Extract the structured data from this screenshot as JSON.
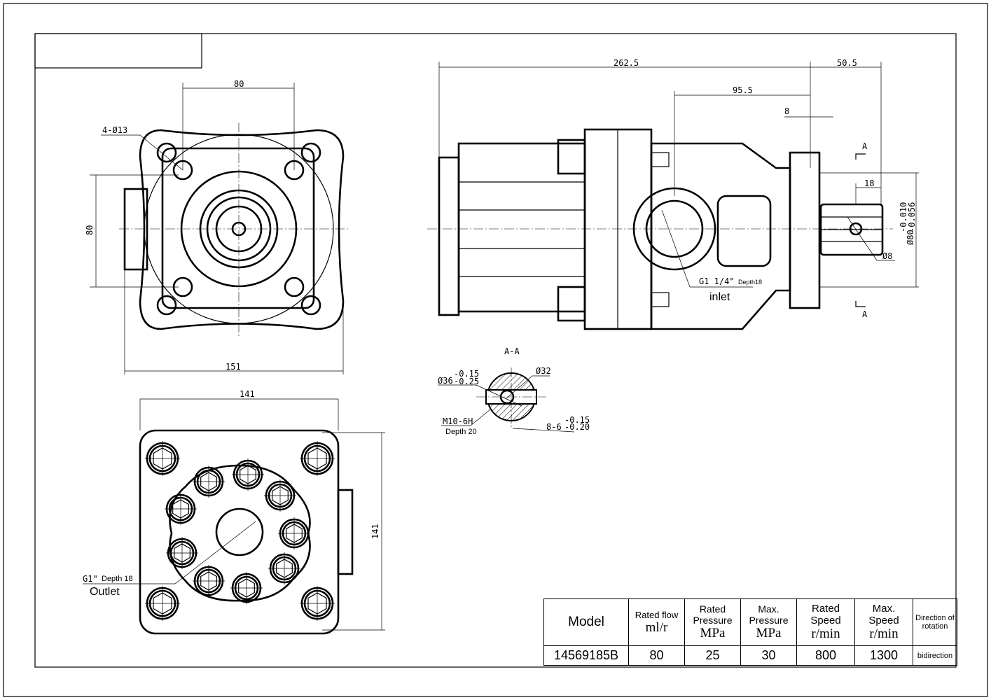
{
  "front_view": {
    "dim_top": "80",
    "dim_left": "80",
    "dim_bottom": "151",
    "hole_label": "4-Ø13"
  },
  "bottom_view": {
    "dim_top": "141",
    "dim_right": "141",
    "port_label": "G1\"",
    "port_depth": "Depth 18",
    "port_name": "Outlet"
  },
  "side_view": {
    "dim_overall": "262.5",
    "dim_shaft": "50.5",
    "dim_port": "95.5",
    "dim_flange": "8",
    "dim_key": "18",
    "dim_pilot": "Ø80",
    "pilot_tol_upper": "-0.010",
    "pilot_tol_lower": "-0.056",
    "dim_pin": "Ø8",
    "port_label": "G1 1/4\"",
    "port_depth": "Depth18",
    "port_name": "inlet",
    "section_mark": "A"
  },
  "section_view": {
    "title": "A-A",
    "dia_outer": "Ø36",
    "dia_outer_tol_upper": "-0.15",
    "dia_outer_tol_lower": "-0.25",
    "dia_inner": "Ø32",
    "thread": "M10-6H",
    "thread_depth": "Depth 20",
    "spline": "8-6",
    "spline_tol_upper": "-0.15",
    "spline_tol_lower": "-0.20"
  },
  "spec_table": {
    "headers": [
      "Model",
      "Rated flow",
      "Rated Pressure",
      "Max. Pressure",
      "Rated Speed",
      "Max. Speed",
      "Direction of rotation"
    ],
    "units": [
      "",
      "ml/r",
      "MPa",
      "MPa",
      "r/min",
      "r/min",
      ""
    ],
    "row": [
      "14569185B",
      "80",
      "25",
      "30",
      "800",
      "1300",
      "bidirection"
    ]
  }
}
